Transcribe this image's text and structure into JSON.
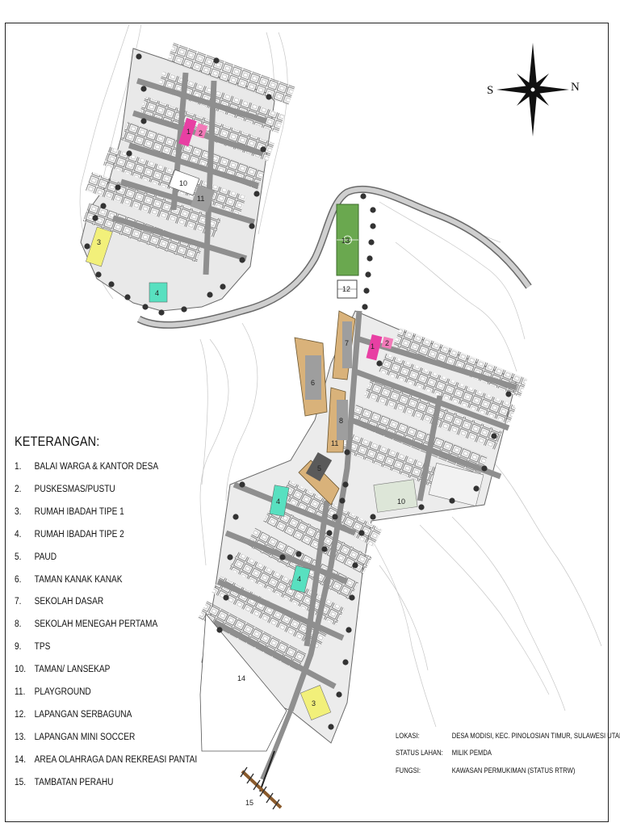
{
  "compass": {
    "south_label": "S",
    "north_label": "N"
  },
  "legend": {
    "title": "KETERANGAN:",
    "items": [
      {
        "num": "1.",
        "label": "BALAI WARGA & KANTOR DESA"
      },
      {
        "num": "2.",
        "label": "PUSKESMAS/PUSTU"
      },
      {
        "num": "3.",
        "label": "RUMAH IBADAH TIPE 1"
      },
      {
        "num": "4.",
        "label": "RUMAH IBADAH TIPE 2"
      },
      {
        "num": "5.",
        "label": "PAUD"
      },
      {
        "num": "6.",
        "label": "TAMAN KANAK KANAK"
      },
      {
        "num": "7.",
        "label": "SEKOLAH DASAR"
      },
      {
        "num": "8.",
        "label": "SEKOLAH MENEGAH PERTAMA"
      },
      {
        "num": "9.",
        "label": "TPS"
      },
      {
        "num": "10.",
        "label": "TAMAN/ LANSEKAP"
      },
      {
        "num": "11.",
        "label": "PLAYGROUND"
      },
      {
        "num": "12.",
        "label": "LAPANGAN SERBAGUNA"
      },
      {
        "num": "13.",
        "label": "LAPANGAN MINI SOCCER"
      },
      {
        "num": "14.",
        "label": "AREA OLAHRAGA DAN REKREASI PANTAI"
      },
      {
        "num": "15.",
        "label": "TAMBATAN PERAHU"
      }
    ]
  },
  "info": {
    "location_label": "LOKASI:",
    "location_value": "DESA MODISI, KEC. PINOLOSIAN TIMUR, SULAWESI UTARA",
    "land_status_label": "STATUS LAHAN:",
    "land_status_value": "MILIK PEMDA",
    "function_label": "FUNGSI:",
    "function_value": "KAWASAN PERMUKIMAN (STATUS RTRW)"
  },
  "zones": {
    "z1": "1",
    "z2": "2",
    "z3": "3",
    "z4": "4",
    "z5": "5",
    "z6": "6",
    "z7": "7",
    "z8": "8",
    "z10": "10",
    "z11": "11",
    "z12": "12",
    "z13": "13",
    "z14": "14",
    "z15": "15"
  },
  "colors": {
    "road": "#9a9a9a",
    "road_edge": "#6a6a6a",
    "balai": "#e83fa3",
    "puskesmas": "#f27ab8",
    "ibadah1": "#f2f07a",
    "ibadah2": "#58e0c0",
    "paud": "#d9b27a",
    "soccer": "#6aa84f",
    "tree": "#333333",
    "contour": "#bdbdbd"
  }
}
